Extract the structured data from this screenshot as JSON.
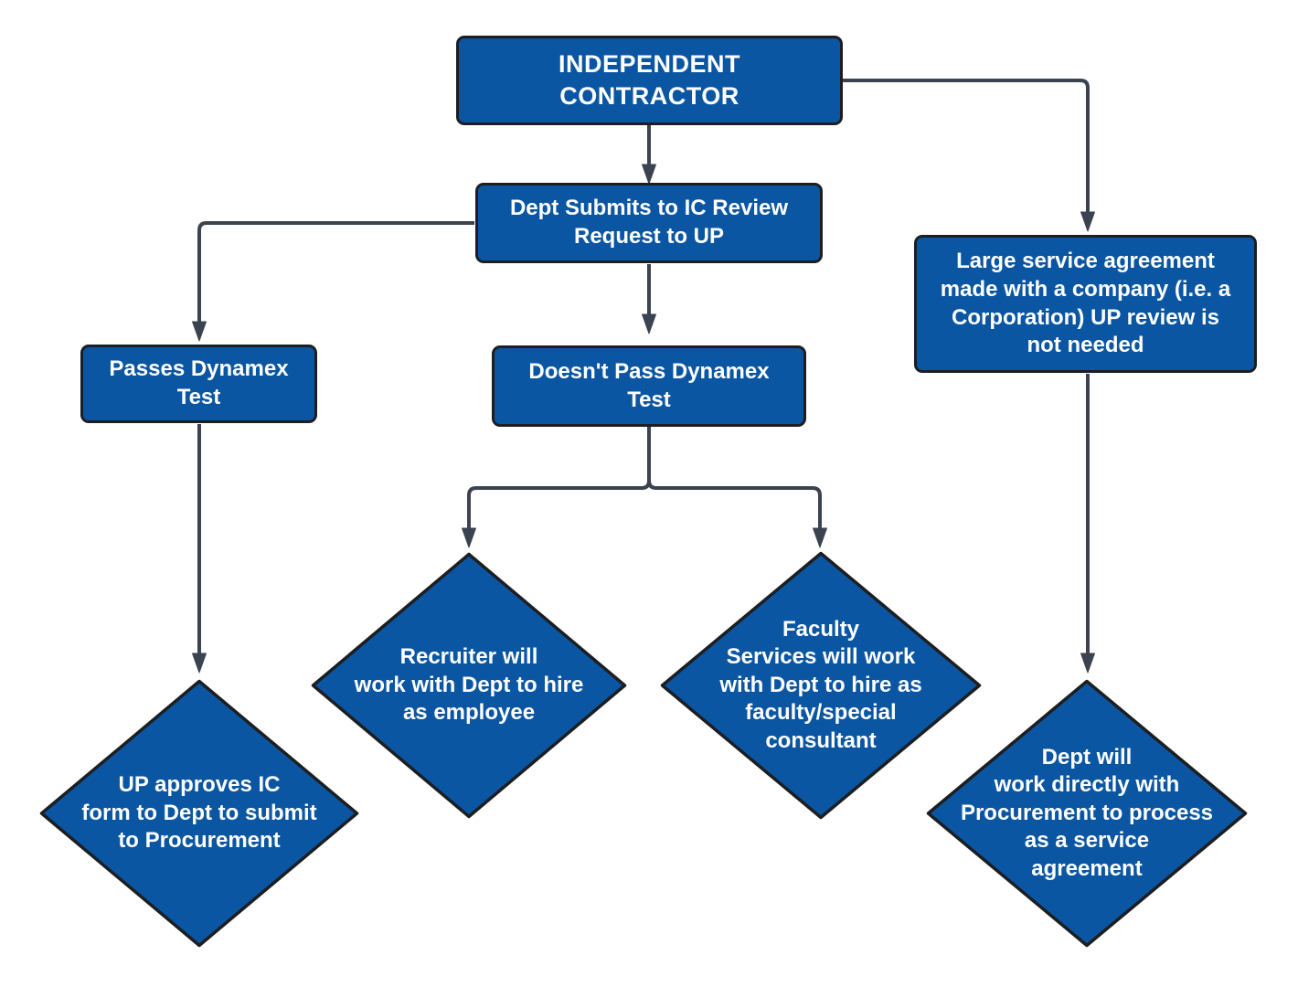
{
  "diagram": {
    "title": "Independent Contractor process flowchart",
    "colors": {
      "background": "#ffffff",
      "node_fill": "#0a56a3",
      "node_border": "#1c1e21",
      "edge_color": "#3b4350",
      "text_color": "#ffffff"
    },
    "nodes": {
      "independent_contractor": {
        "shape": "rectangle",
        "label": "INDEPENDENT\nCONTRACTOR"
      },
      "dept_submits": {
        "shape": "rectangle",
        "label": "Dept Submits to IC Review\nRequest to UP"
      },
      "passes_dynamex": {
        "shape": "rectangle",
        "label": "Passes Dynamex\nTest"
      },
      "doesnt_pass_dynamex": {
        "shape": "rectangle",
        "label": "Doesn't Pass Dynamex\nTest"
      },
      "large_service_agreement": {
        "shape": "rectangle",
        "label": "Large service agreement\nmade with a company (i.e. a\nCorporation) UP review is\nnot needed"
      },
      "up_approves": {
        "shape": "diamond",
        "label": "UP approves IC\nform to Dept to submit\nto Procurement"
      },
      "recruiter": {
        "shape": "diamond",
        "label": "Recruiter will\nwork with Dept to hire\nas employee"
      },
      "faculty_services": {
        "shape": "diamond",
        "label": "Faculty\nServices will work\nwith Dept to hire as\nfaculty/special\nconsultant"
      },
      "dept_procurement": {
        "shape": "diamond",
        "label": "Dept will\nwork directly with\nProcurement to process\nas a service\nagreement"
      }
    },
    "edges": [
      {
        "from": "independent_contractor",
        "to": "dept_submits"
      },
      {
        "from": "independent_contractor",
        "to": "large_service_agreement"
      },
      {
        "from": "dept_submits",
        "to": "passes_dynamex"
      },
      {
        "from": "dept_submits",
        "to": "doesnt_pass_dynamex"
      },
      {
        "from": "passes_dynamex",
        "to": "up_approves"
      },
      {
        "from": "doesnt_pass_dynamex",
        "to": "recruiter"
      },
      {
        "from": "doesnt_pass_dynamex",
        "to": "faculty_services"
      },
      {
        "from": "large_service_agreement",
        "to": "dept_procurement"
      }
    ]
  }
}
